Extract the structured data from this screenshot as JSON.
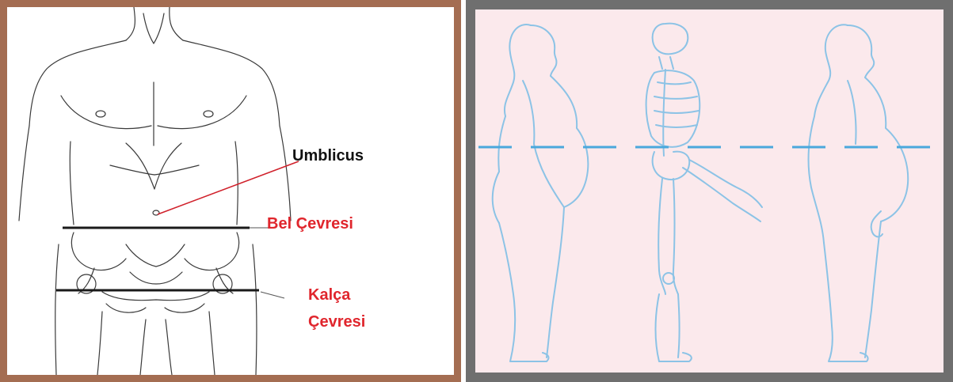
{
  "left_panel": {
    "labels": {
      "umblicus": "Umblicus",
      "waist": "Bel Çevresi",
      "hip_line1": "Kalça",
      "hip_line2": "Çevresi"
    },
    "colors": {
      "frame": "#a46d52",
      "sketch": "#3a3a3a",
      "label_black": "#111111",
      "label_red": "#e0262d",
      "pointer_line": "#d0202a"
    }
  },
  "right_panel": {
    "colors": {
      "frame": "#6f6f6f",
      "background": "#fbe9ec",
      "figures": "#8cc3e6",
      "dashed_line": "#4aa8dc"
    }
  }
}
